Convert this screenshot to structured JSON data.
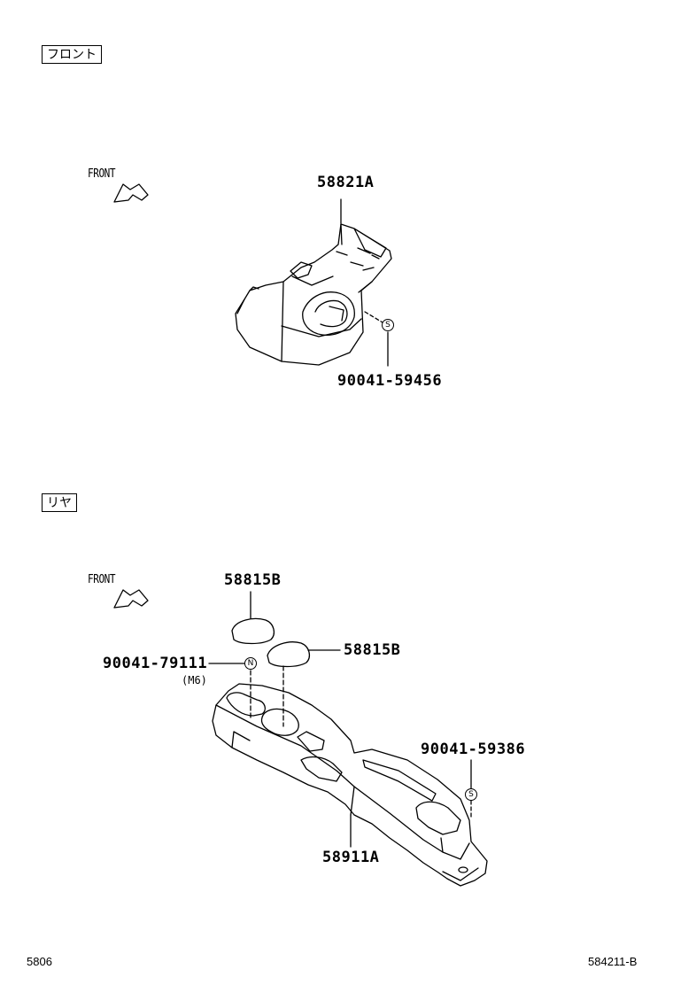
{
  "sections": {
    "front": {
      "tag": "フロント",
      "direction": "FRONT"
    },
    "rear": {
      "tag": "リヤ",
      "direction": "FRONT"
    }
  },
  "parts": {
    "p58821A": "58821A",
    "p90041_59456": "90041-59456",
    "p58815B_top": "58815B",
    "p58815B_side": "58815B",
    "p90041_79111": "90041-79111",
    "p90041_79111_note": "(M6)",
    "p90041_59386": "90041-59386",
    "p58911A": "58911A"
  },
  "symbols": {
    "s": "S",
    "n": "N"
  },
  "footer": {
    "left": "5806",
    "right": "584211-B"
  }
}
